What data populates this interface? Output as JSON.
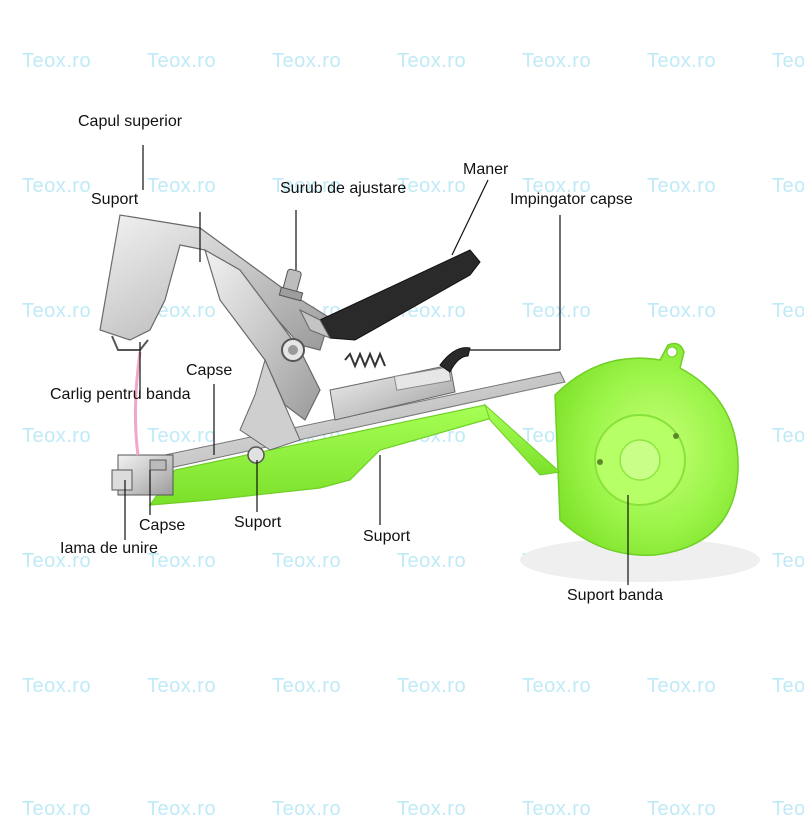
{
  "watermark": {
    "text": "Teox.ro",
    "color": "#bfeaf7"
  },
  "colors": {
    "tape_green": "#8cf53a",
    "handle_black": "#2a2a2a",
    "metal": "#d9d9d9",
    "leader": "#111111"
  },
  "labels": {
    "capul_superior": "Capul superior",
    "suport_top": "Suport",
    "surub_ajustare": "Surub de ajustare",
    "maner": "Maner",
    "impingator_capse": "Impingator capse",
    "capse_upper": "Capse",
    "carlig_banda": "Carlig pentru banda",
    "capse_lower": "Capse",
    "suport_middle": "Suport",
    "suport_bottom": "Suport",
    "lama_unire": "Iama de unire",
    "suport_banda": "Suport banda"
  }
}
